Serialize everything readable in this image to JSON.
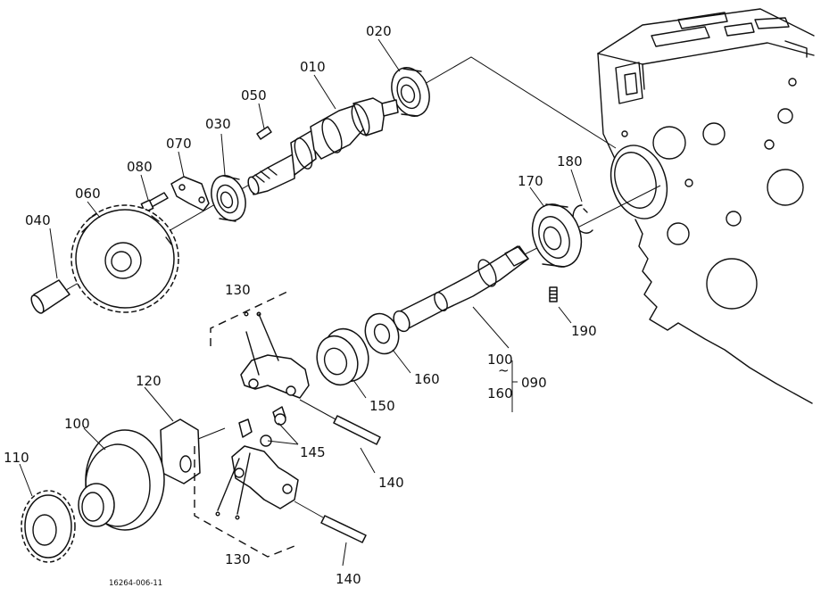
{
  "labels": {
    "p010": "010",
    "p020": "020",
    "p030": "030",
    "p040": "040",
    "p050": "050",
    "p060": "060",
    "p070": "070",
    "p080": "080",
    "p090": "090",
    "p100_shaft": "100",
    "p100_gear": "100",
    "p110": "110",
    "p120": "120",
    "p130_top": "130",
    "p130_bottom": "130",
    "p140_upper": "140",
    "p140_lower": "140",
    "p145": "145",
    "p150": "150",
    "p160_washer": "160",
    "p160_group": "160",
    "p170": "170",
    "p180": "180",
    "p190": "190",
    "group_tilde": "~"
  },
  "reference_code": "16264-006-11"
}
